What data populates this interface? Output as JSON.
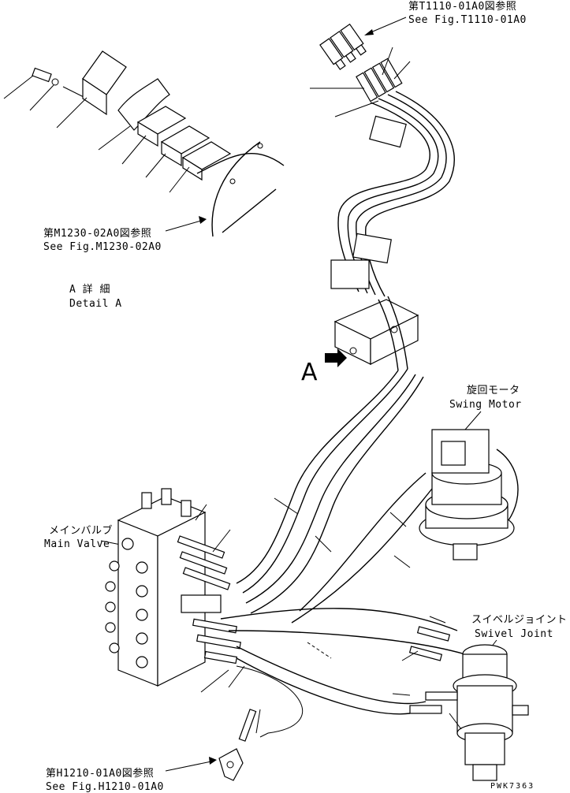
{
  "references": {
    "top_right": {
      "jp": "第T1110-01A0図参照",
      "en": "See Fig.T1110-01A0"
    },
    "top_left": {
      "jp": "第M1230-02A0図参照",
      "en": "See Fig.M1230-02A0"
    },
    "bottom_left": {
      "jp": "第H1210-01A0図参照",
      "en": "See Fig.H1210-01A0"
    }
  },
  "detail": {
    "jp": "A 詳 細",
    "en": "Detail A"
  },
  "view_marker": {
    "letter": "A"
  },
  "components": {
    "swing_motor": {
      "jp": "旋回モータ",
      "en": "Swing Motor"
    },
    "main_valve": {
      "jp": "メインバルブ",
      "en": "Main Valve"
    },
    "swivel_joint": {
      "jp": "スイベルジョイント",
      "en": "Swivel Joint"
    }
  },
  "drawing_code": "PWK7363"
}
